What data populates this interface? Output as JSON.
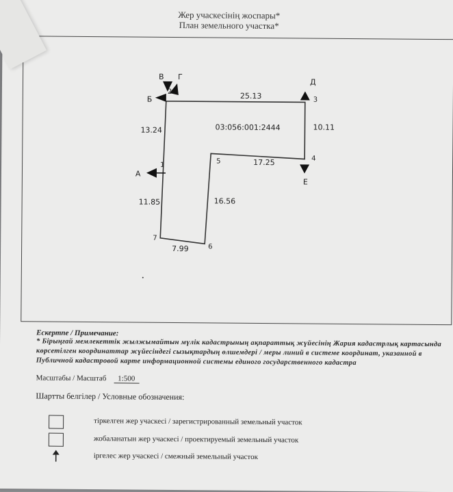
{
  "header": {
    "title_kz": "Жер учаскесінің жоспары*",
    "title_ru": "План земельного участка*"
  },
  "plan": {
    "parcel_id": "03:056:001:2444",
    "points": [
      "1",
      "2",
      "3",
      "4",
      "5",
      "6",
      "7"
    ],
    "sides": [
      "25.13",
      "10.11",
      "17.25",
      "16.56",
      "7.99",
      "11.85",
      "13.24"
    ],
    "neighbors": [
      "А",
      "Б",
      "В",
      "Г",
      "Д",
      "Е"
    ]
  },
  "note": {
    "heading": "Ескертпе / Примечание:",
    "text": "* Бірыңғай мемлекеттік жылжымайтын мүлік кадастрының ақпараттық жүйесінің Жария кадастрлық картасында көрсетілген координаттар жүйесіндегі сызықтардың өлшемдері / меры линий в системе координат, указанной в Публичной кадастровой карте информационной системы единого государственного кадастра"
  },
  "scale": {
    "label": "Масштабы / Масштаб",
    "value": "1:500"
  },
  "legend": {
    "title": "Шартты белгілер / Условные обозначения:",
    "items": [
      "тіркелген жер учаскесі / зарегистрированный земельный участок",
      "жобаланатын жер учаскесі / проектируемый земельный участок",
      "іргелес жер учаскесі / смежный земельный участок"
    ]
  }
}
